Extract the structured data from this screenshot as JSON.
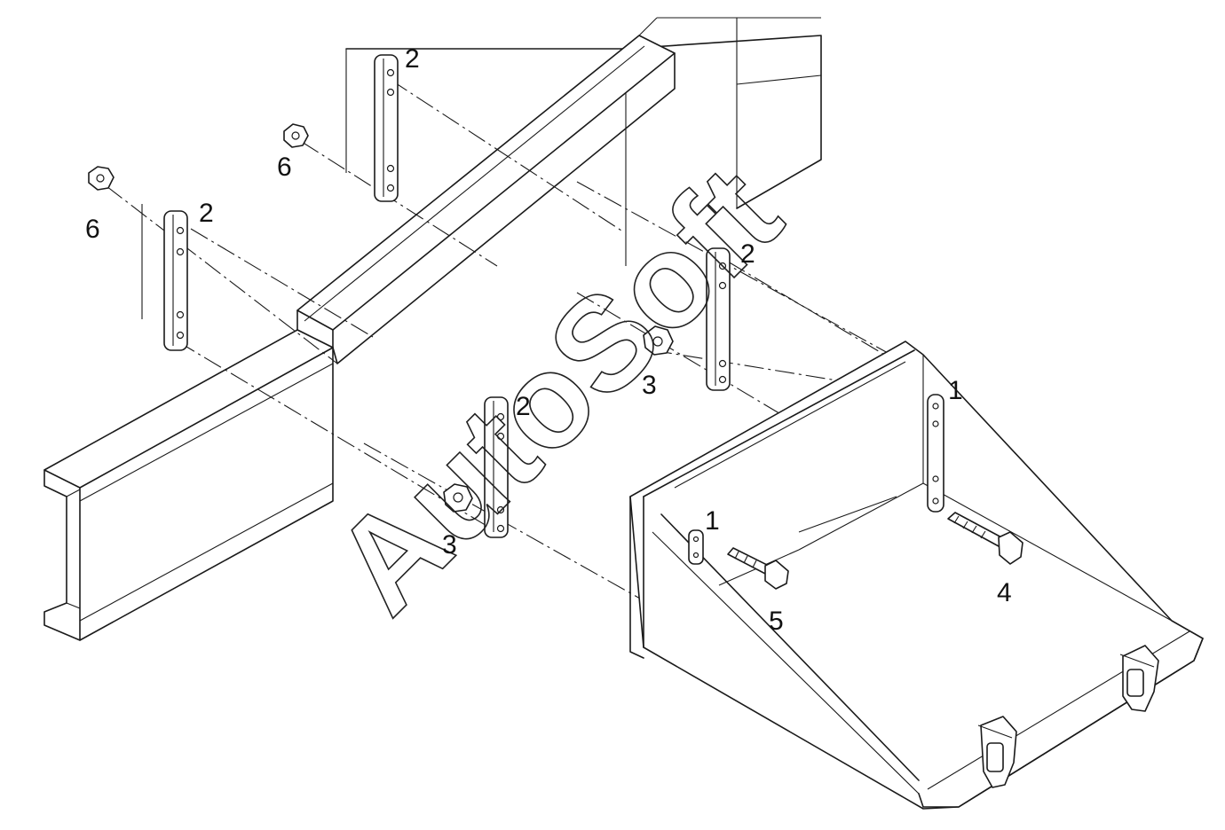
{
  "diagram": {
    "callouts": [
      {
        "id": "c2a",
        "label": "2"
      },
      {
        "id": "c6a",
        "label": "6"
      },
      {
        "id": "c6b",
        "label": "6"
      },
      {
        "id": "c2b",
        "label": "2"
      },
      {
        "id": "c2c",
        "label": "2"
      },
      {
        "id": "c3a",
        "label": "3"
      },
      {
        "id": "c2d",
        "label": "2"
      },
      {
        "id": "c1a",
        "label": "1"
      },
      {
        "id": "c3b",
        "label": "3"
      },
      {
        "id": "c1b",
        "label": "1"
      },
      {
        "id": "c4",
        "label": "4"
      },
      {
        "id": "c5",
        "label": "5"
      }
    ],
    "watermark": "AutoSoft"
  }
}
